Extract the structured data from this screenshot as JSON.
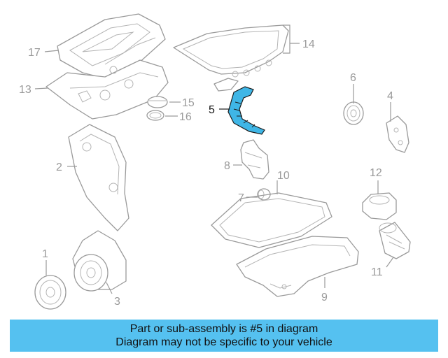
{
  "diagram": {
    "highlight_color": "#3fb6e6",
    "callouts": {
      "c1": "1",
      "c2": "2",
      "c3": "3",
      "c4": "4",
      "c5": "5",
      "c6": "6",
      "c7": "7",
      "c8": "8",
      "c9": "9",
      "c10": "10",
      "c11": "11",
      "c12": "12",
      "c13": "13",
      "c14": "14",
      "c15": "15",
      "c16": "16",
      "c17": "17"
    }
  },
  "banner": {
    "line1": "Part or sub-assembly is #5 in diagram",
    "line2": "Diagram may not be specific to your vehicle",
    "background": "#55c1f0"
  }
}
